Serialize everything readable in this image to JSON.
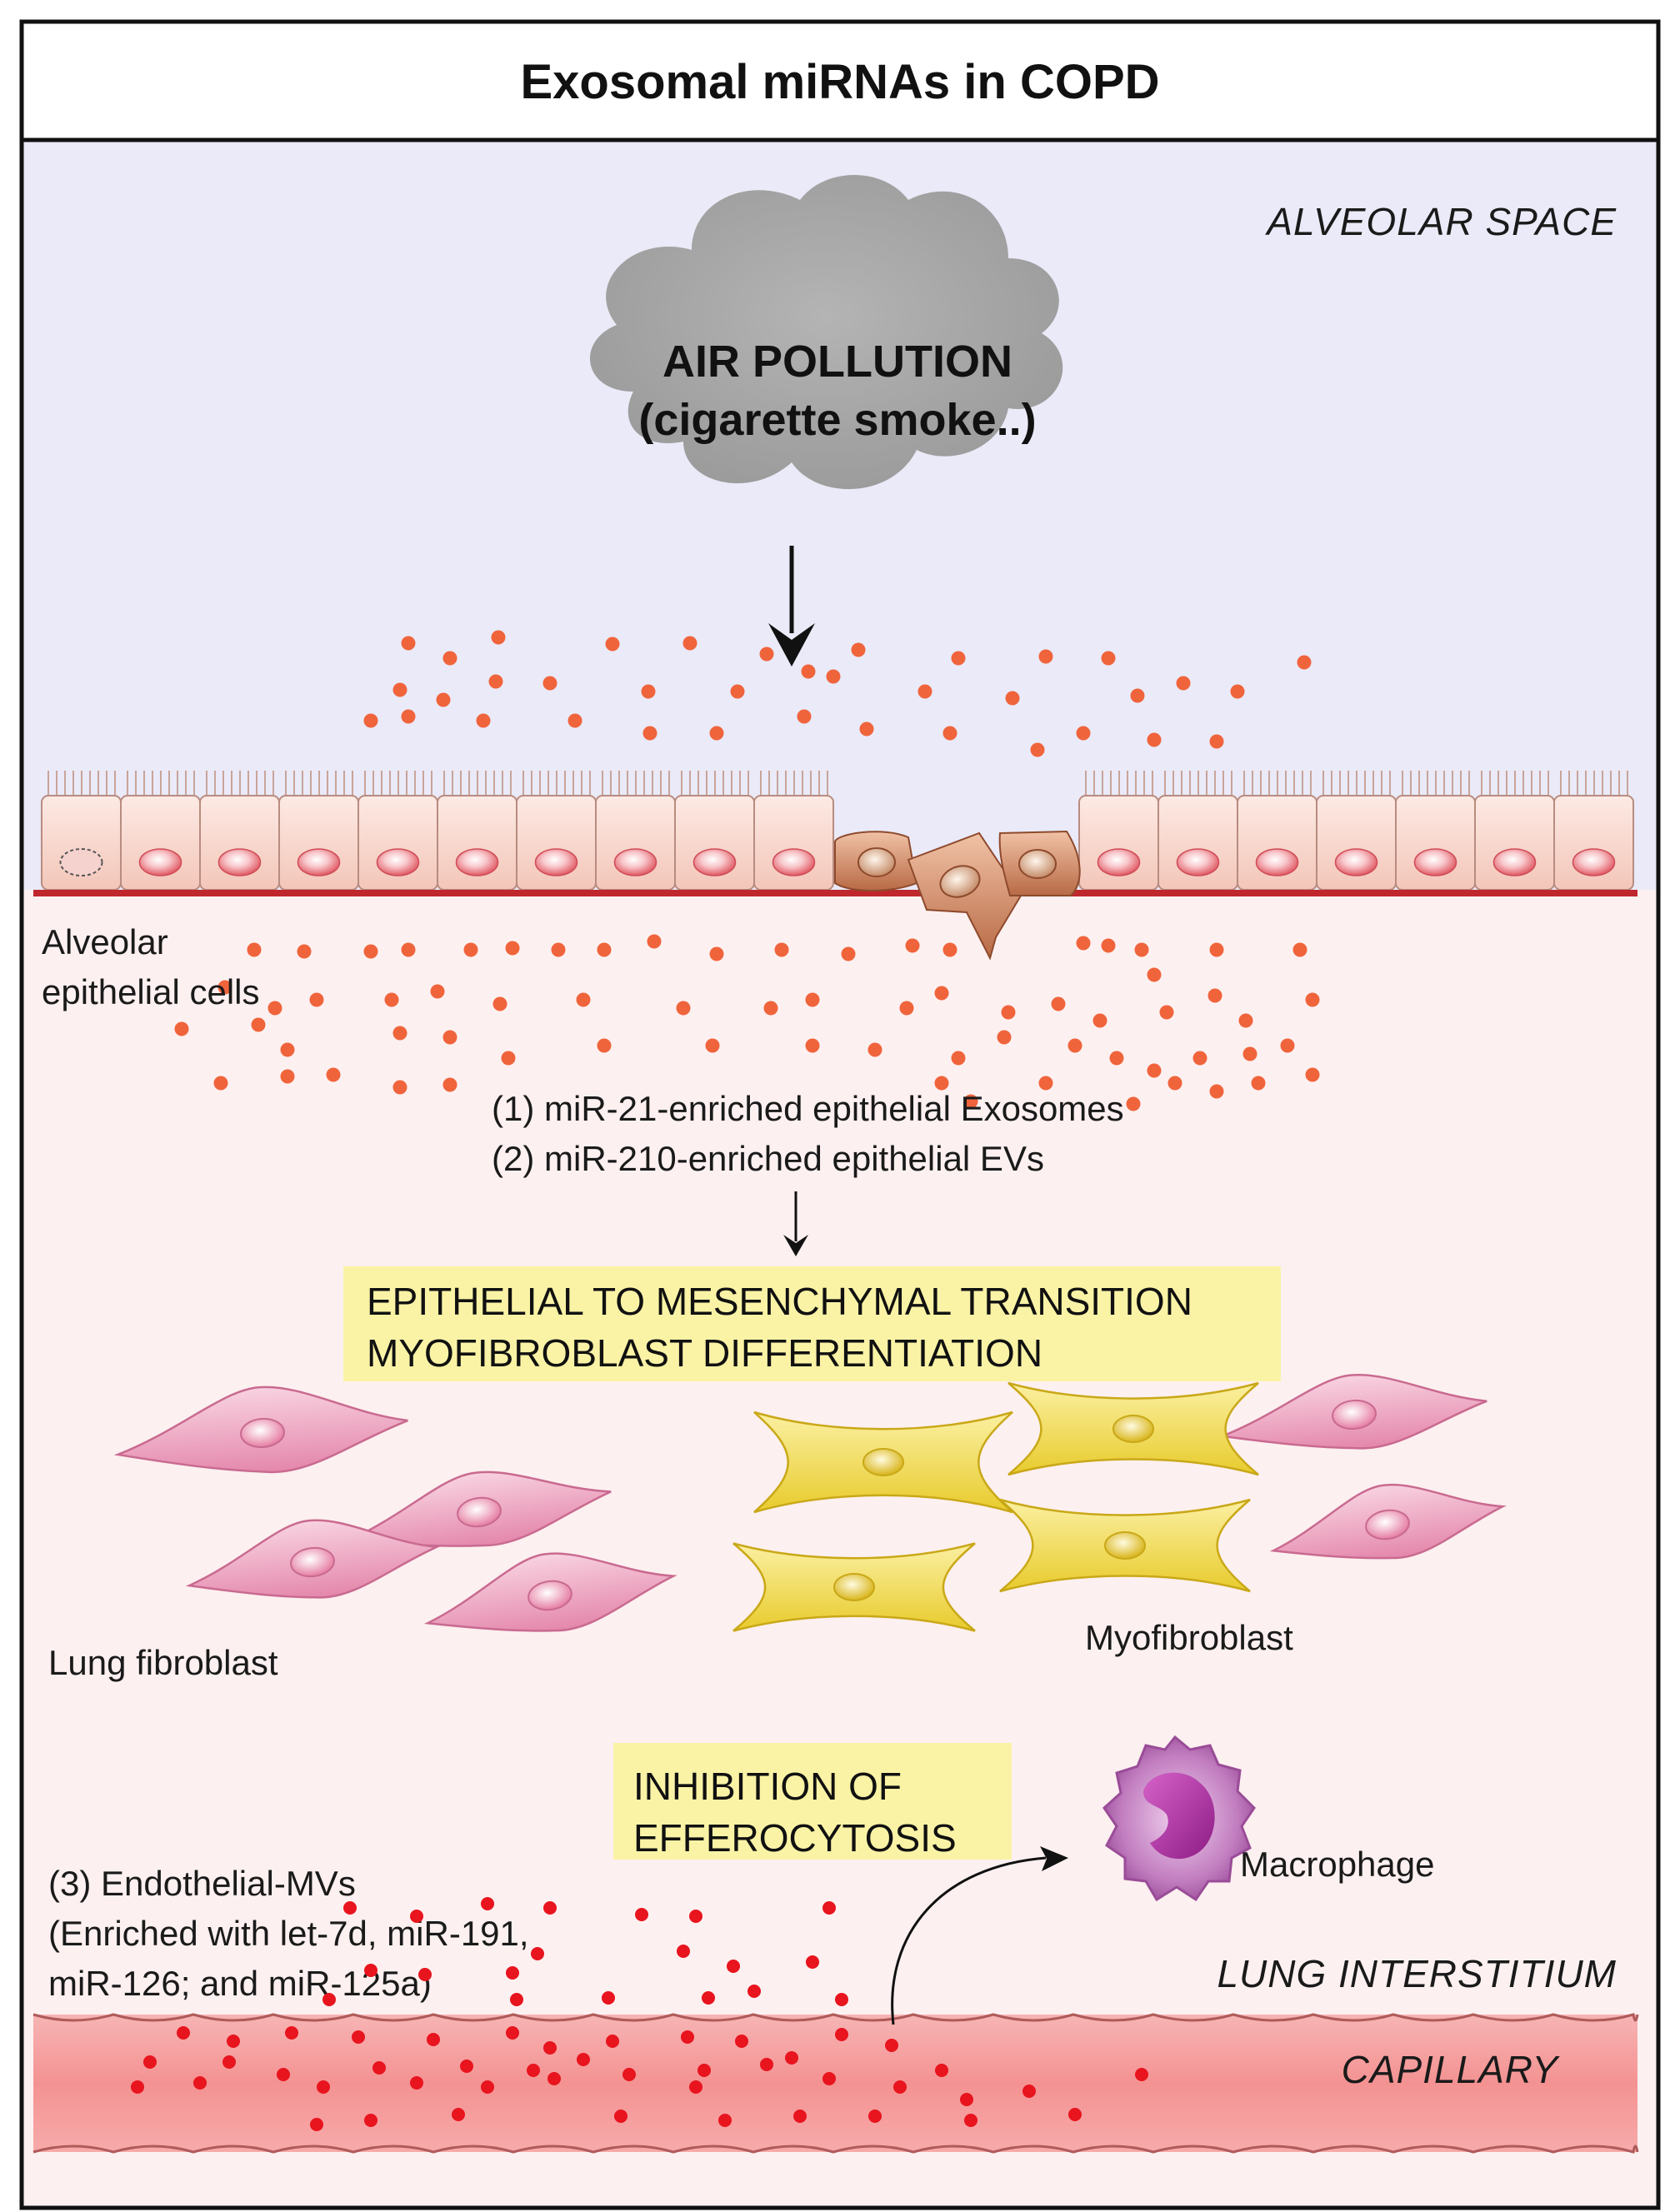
{
  "title": "Exosomal miRNAs in COPD",
  "zones": {
    "alveolar_space": "ALVEOLAR SPACE",
    "lung_interstitium": "LUNG INTERSTITIUM",
    "capillary": "CAPILLARY"
  },
  "pollution": {
    "line1": "AIR POLLUTION",
    "line2": "(cigarette smoke..)"
  },
  "labels": {
    "epithelial_line1": "Alveolar",
    "epithelial_line2": "epithelial cells",
    "lung_fibroblast": "Lung fibroblast",
    "myofibroblast": "Myofibroblast",
    "macrophage": "Macrophage"
  },
  "vesicles": {
    "exosomes": "(1) miR-21-enriched epithelial Exosomes",
    "evs": "(2) miR-210-enriched epithelial EVs",
    "endothelial_line1": "(3) Endothelial-MVs",
    "endothelial_line2": "(Enriched with let-7d, miR-191,",
    "endothelial_line3": "miR-126; and miR-125a)"
  },
  "boxes": {
    "emt_line1": "EPITHELIAL TO MESENCHYMAL TRANSITION",
    "emt_line2": "MYOFIBROBLAST DIFFERENTIATION",
    "efferocytosis_line1": "INHIBITION OF",
    "efferocytosis_line2": "EFFEROCYTOSIS"
  },
  "colors": {
    "alveolar_bg": "#eaeaf8",
    "interstitium_bg": "#fdf0f0",
    "capillary_fill": "#f59a9a",
    "membrane": "#c0272d",
    "exosome_dot": "#f0643c",
    "mv_dot": "#e8141e",
    "highlight_box": "#faf3a6",
    "fibroblast": "#f2a8c4",
    "myofibroblast": "#f2dc50",
    "macrophage": "#c060b8",
    "cloud": "#a6a6a6"
  }
}
